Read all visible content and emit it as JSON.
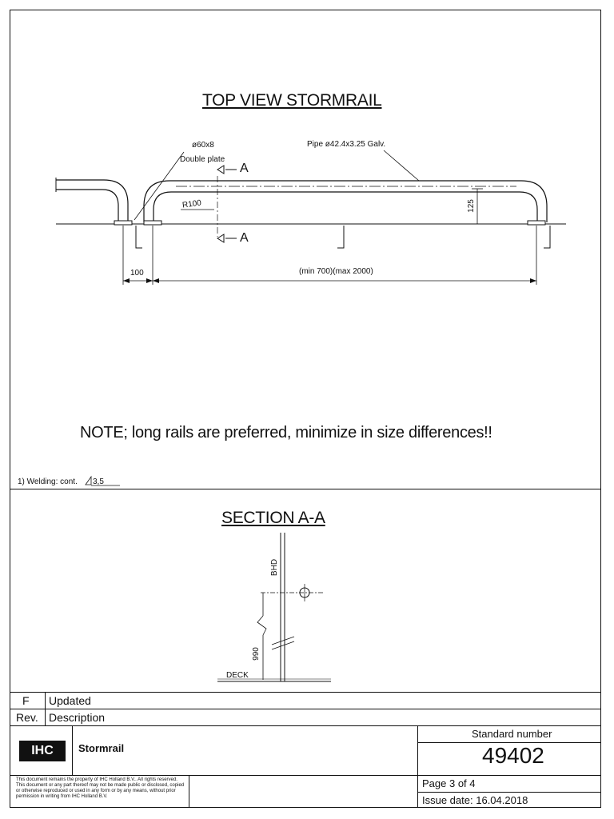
{
  "top_view": {
    "title": "TOP VIEW STORMRAIL",
    "pipe_label": "Pipe ø42.4x3.25 Galv.",
    "plate_label_1": "ø60x8",
    "plate_label_2": "Double plate",
    "radius_label": "R100",
    "height_label": "125",
    "section_marker": "A",
    "dim_100": "100",
    "dim_span": "(min 700)(max 2000)"
  },
  "note": "NOTE; long rails are preferred, minimize in size differences!!",
  "welding_note": "1) Welding: cont.",
  "welding_symbol": "3,5",
  "section": {
    "title": "SECTION A-A",
    "bhd_label": "BHD",
    "deck_label": "DECK",
    "dim_990": "990"
  },
  "revisions": [
    {
      "rev": "F",
      "description": "Updated"
    },
    {
      "rev": "Rev.",
      "description": "Description"
    }
  ],
  "title_block": {
    "logo_text": "IHC",
    "drawing_title": "Stormrail",
    "standard_number_label": "Standard number",
    "standard_number": "49402",
    "copyright": "This document remains the property of IHC Holland B.V.. All rights reserved. This document or any part thereof may not be made public or disclosed, copied or otherwise reproduced or used in any form or by any means, without prior permission in writing from IHC Holland B.V.",
    "page": "Page 3 of 4",
    "issue_date_label": "Issue date:",
    "issue_date": "16.04.2018"
  }
}
